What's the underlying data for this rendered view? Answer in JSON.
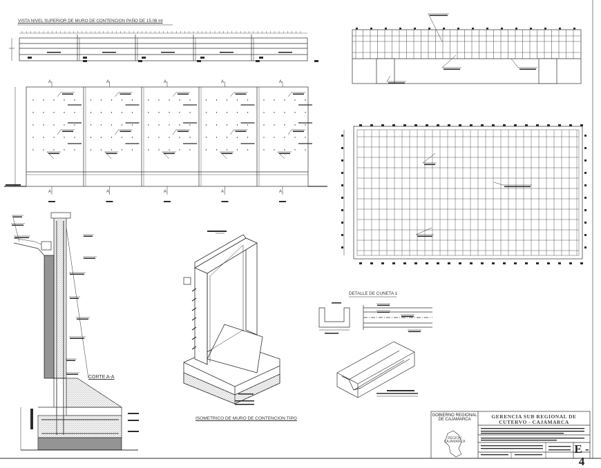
{
  "views": {
    "top_view_title": "VISTA NIVEL SUPERIOR DE MURO DE CONTENCION PAÑO DE 15.08 ml",
    "section_title": "CORTE A-A",
    "isometric_title": "ISOMETRICO DE MURO DE CONTENCION TIPO",
    "gutter_title": "DETALLE DE CUNETA 1",
    "cut_marker": "A"
  },
  "title_block": {
    "owner_line1": "GOBIERNO REGIONAL",
    "owner_line2": "DE CAJAMARCA",
    "map_label_line1": "REGION",
    "map_label_line2": "CAJAMARCA",
    "office_line1": "GERENCIA SUB REGIONAL DE",
    "office_line2": "CUTERVO - CAJAMARCA",
    "sheet_number": "E - 4"
  },
  "colors": {
    "line": "#2b2b2b",
    "hatch": "#555555",
    "background": "#ffffff"
  }
}
